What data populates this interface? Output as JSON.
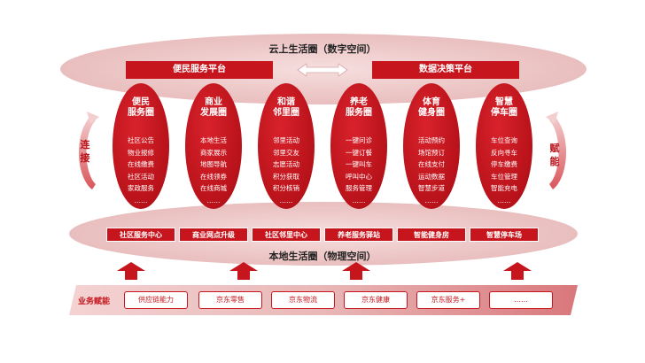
{
  "top_circle": {
    "title": "云上生活圈（数字空间）"
  },
  "platforms": {
    "left": "便民服务平台",
    "right": "数据决策平台"
  },
  "ovals": [
    {
      "title": [
        "便民",
        "服务圈"
      ],
      "items": [
        "社区公告",
        "物业报修",
        "在线缴费",
        "社区活动",
        "家政服务",
        "……"
      ]
    },
    {
      "title": [
        "商业",
        "发展圈"
      ],
      "items": [
        "本地生活",
        "商家展示",
        "地图导航",
        "在线领券",
        "在线商城",
        "……"
      ]
    },
    {
      "title": [
        "和谐",
        "邻里圈"
      ],
      "items": [
        "邻里活动",
        "邻里交友",
        "志愿活动",
        "积分获取",
        "积分核销",
        "……"
      ]
    },
    {
      "title": [
        "养老",
        "服务圈"
      ],
      "items": [
        "一键问诊",
        "一键订餐",
        "一键叫车",
        "呼叫中心",
        "服务管理",
        "……"
      ]
    },
    {
      "title": [
        "体育",
        "健身圈"
      ],
      "items": [
        "活动预约",
        "场馆预订",
        "在线支付",
        "运动数据",
        "智慧步道",
        "……"
      ]
    },
    {
      "title": [
        "智慧",
        "停车圈"
      ],
      "items": [
        "车位查询",
        "反向寻车",
        "停车缴费",
        "车位管理",
        "智能充电",
        "……"
      ]
    }
  ],
  "side_labels": {
    "left": "连接",
    "right": "赋能"
  },
  "local_boxes": [
    "社区服务中心",
    "商业网点升级",
    "社区邻里中心",
    "养老服务驿站",
    "智能健身房",
    "智慧停车场"
  ],
  "bottom_circle": {
    "title": "本地生活圈（物理空间）"
  },
  "business": {
    "label": "业务赋能",
    "items": [
      "供应链能力",
      "京东零售",
      "京东物流",
      "京东健康",
      "京东服务+",
      "……"
    ]
  },
  "colors": {
    "primary_red": "#c7151d",
    "light_pink": "#ecc5c5"
  }
}
